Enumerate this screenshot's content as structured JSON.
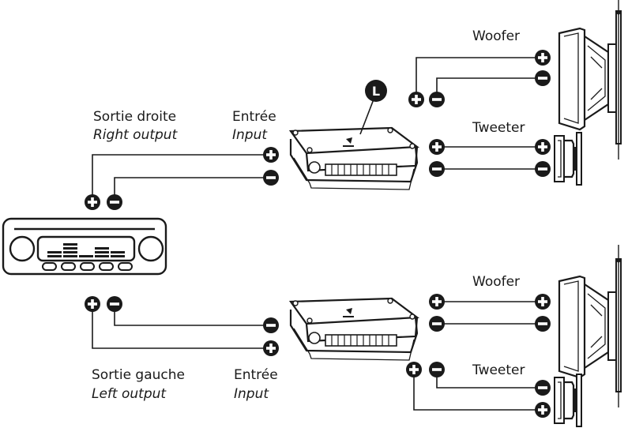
{
  "labels": {
    "right_output_fr": "Sortie droite",
    "right_output_en": "Right output",
    "left_output_fr": "Sortie gauche",
    "left_output_en": "Left output",
    "input_fr": "Entrée",
    "input_en": "Input",
    "woofer": "Woofer",
    "tweeter": "Tweeter",
    "marker": "L"
  },
  "icons": {
    "plus": "plus-terminal-icon",
    "minus": "minus-terminal-icon"
  },
  "colors": {
    "ink": "#1a1a1a",
    "background": "#ffffff"
  }
}
